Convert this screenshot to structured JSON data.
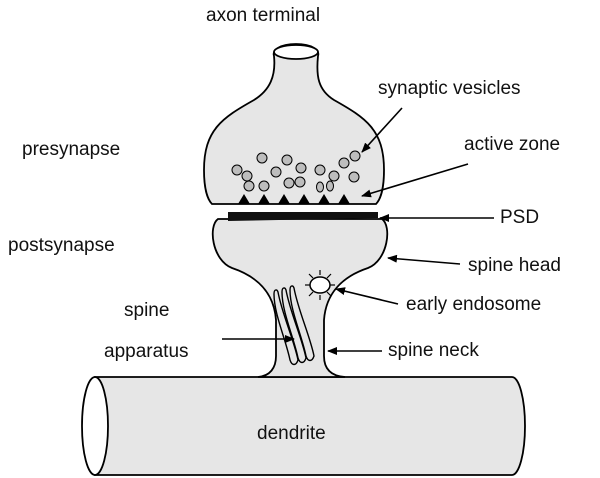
{
  "labels": {
    "axon_terminal": "axon terminal",
    "synaptic_vesicles": "synaptic vesicles",
    "presynapse": "presynapse",
    "active_zone": "active zone",
    "psd": "PSD",
    "postsynapse": "postsynapse",
    "spine_head": "spine head",
    "spine": "spine",
    "early_endosome": "early endosome",
    "apparatus": "apparatus",
    "spine_neck": "spine neck",
    "dendrite": "dendrite"
  },
  "colors": {
    "fill": "#e6e6e6",
    "stroke": "#000000",
    "vesicle": "#bdbdbd",
    "background": "#ffffff"
  }
}
